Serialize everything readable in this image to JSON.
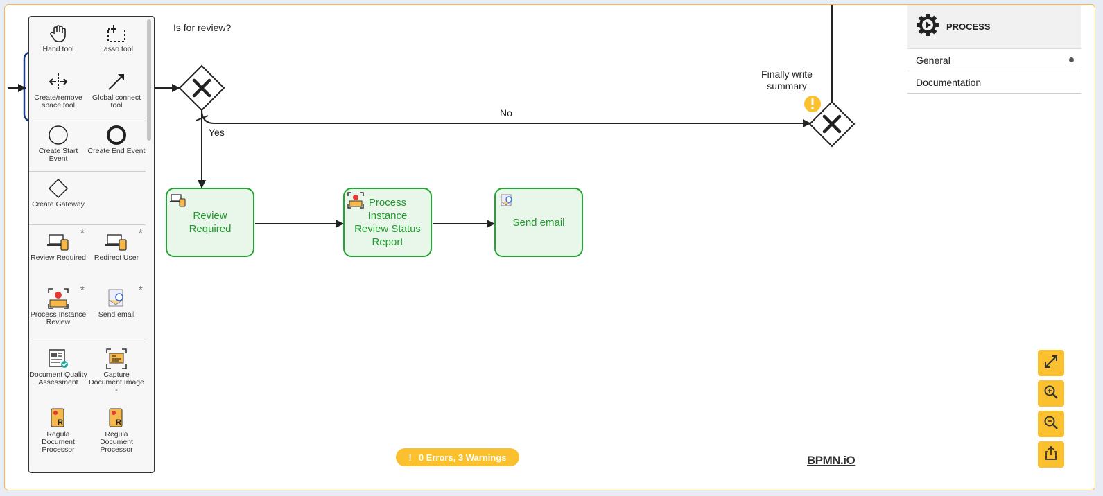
{
  "palette": {
    "hand": "Hand tool",
    "lasso": "Lasso tool",
    "space": "Create/remove space tool",
    "connect": "Global connect tool",
    "start_event": "Create Start Event",
    "end_event": "Create End Event",
    "gateway": "Create Gateway",
    "review_required": "Review Required",
    "redirect_user": "Redirect User",
    "process_instance_review": "Process Instance Review",
    "send_email": "Send email",
    "document_quality": "Document Quality Assessment",
    "capture_document": "Capture Document Image -",
    "regula_1": "Regula Document Processor",
    "regula_2": "Regula Document Processor",
    "favorite_mark": "*"
  },
  "diagram": {
    "gateway_label": "Is for review?",
    "yes_label": "Yes",
    "no_label": "No",
    "merge_label": "Finally write summary",
    "tasks": {
      "review": "Review Required",
      "report": "Process Instance Review Status Report",
      "email": "Send email"
    }
  },
  "properties": {
    "title": "PROCESS",
    "groups": [
      "General",
      "Documentation"
    ]
  },
  "lint": {
    "icon": "!",
    "text": "0 Errors, 3 Warnings"
  },
  "brand": "BPMN.iO",
  "colors": {
    "task_border": "#23a532",
    "task_fill": "#e9f7ea",
    "accent": "#fbc02d",
    "frame_border": "#f6b84a"
  }
}
